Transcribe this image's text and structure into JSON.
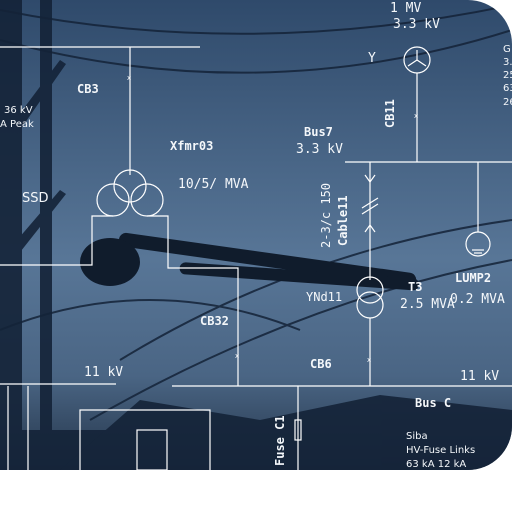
{
  "diagram": {
    "top_source": {
      "line1": "1 MV",
      "line2": "3.3 kV",
      "symbol": "Y"
    },
    "right_partial": [
      "G",
      "3.",
      "25",
      "63",
      "26"
    ],
    "left_partial": [
      "36 kV",
      "A  Peak"
    ],
    "cb3": "CB3",
    "xfmr03": {
      "name": "Xfmr03",
      "rating": "10/5/ MVA"
    },
    "ssd": "SSD",
    "cb11": "CB11",
    "bus7": {
      "name": "Bus7",
      "voltage": "3.3 kV"
    },
    "cable": {
      "spec": "2-3/c 150",
      "name": "Cable11"
    },
    "lump2": "LUMP2",
    "t3": {
      "name": "T3",
      "vector": "YNd11",
      "rating": "2.5 MVA",
      "rating2": "0.2 MVA"
    },
    "cb32": "CB32",
    "cb6": "CB6",
    "bus_left_voltage": "11 kV",
    "bus_right_voltage": "11 kV",
    "bus_c": "Bus C",
    "fuse": "Fuse C1",
    "fuse_info": {
      "line1": "Siba",
      "line2": "HV-Fuse Links",
      "line3": "63 kA  12 kA"
    }
  },
  "colors": {
    "sky_top": "#2e4869",
    "sky_mid": "#5a7899",
    "sky_bottom": "#26374c",
    "lines": "#ffffff"
  }
}
